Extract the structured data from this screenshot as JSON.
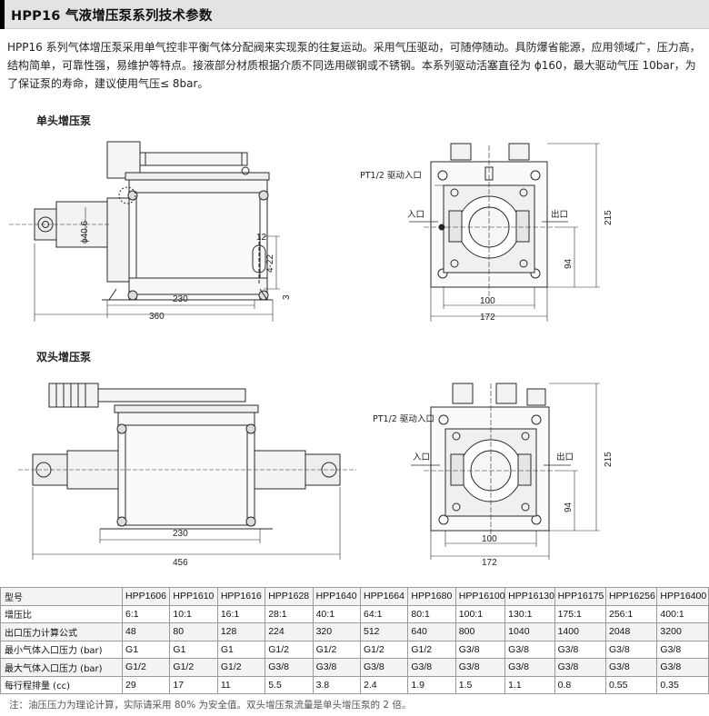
{
  "header": {
    "title": "HPP16 气液增压泵系列技术参数"
  },
  "intro": "HPP16 系列气体增压泵采用单气控非平衡气体分配阀来实现泵的往复运动。采用气压驱动，可随停随动。具防爆省能源，应用领域广，压力高，结构简单，可靠性强，易维护等特点。接液部分材质根据介质不同选用碳钢或不锈钢。本系列驱动活塞直径为 ϕ160，最大驱动气压 10bar，为了保证泵的寿命，建议使用气压≤ 8bar。",
  "sections": {
    "single": "单头增压泵",
    "double": "双头增压泵"
  },
  "drawing_single": {
    "dim_230": "230",
    "dim_360": "360",
    "dim_dia": "ϕ40.6",
    "dim_12": "12",
    "dim_422": "4-22",
    "dim_3": "3",
    "port_label": "PT1/2 驱动入口",
    "inlet": "入口",
    "outlet": "出口",
    "dim_215": "215",
    "dim_94": "94",
    "dim_100": "100",
    "dim_172": "172"
  },
  "drawing_double": {
    "dim_230": "230",
    "dim_456": "456",
    "port_label": "PT1/2 驱动入口",
    "inlet": "入口",
    "outlet": "出口",
    "dim_215": "215",
    "dim_94": "94",
    "dim_100": "100",
    "dim_172": "172"
  },
  "table": {
    "rows": [
      {
        "label": "型号",
        "values": [
          "HPP1606",
          "HPP1610",
          "HPP1616",
          "HPP1628",
          "HPP1640",
          "HPP1664",
          "HPP1680",
          "HPP16100",
          "HPP16130",
          "HPP16175",
          "HPP16256",
          "HPP16400"
        ]
      },
      {
        "label": "增压比",
        "values": [
          "6:1",
          "10:1",
          "16:1",
          "28:1",
          "40:1",
          "64:1",
          "80:1",
          "100:1",
          "130:1",
          "175:1",
          "256:1",
          "400:1"
        ]
      },
      {
        "label": "出口压力计算公式",
        "values": [
          "48",
          "80",
          "128",
          "224",
          "320",
          "512",
          "640",
          "800",
          "1040",
          "1400",
          "2048",
          "3200"
        ]
      },
      {
        "label": "最小气体入口压力 (bar)",
        "values": [
          "G1",
          "G1",
          "G1",
          "G1/2",
          "G1/2",
          "G1/2",
          "G1/2",
          "G3/8",
          "G3/8",
          "G3/8",
          "G3/8",
          "G3/8"
        ]
      },
      {
        "label": "最大气体入口压力 (bar)",
        "values": [
          "G1/2",
          "G1/2",
          "G1/2",
          "G3/8",
          "G3/8",
          "G3/8",
          "G3/8",
          "G3/8",
          "G3/8",
          "G3/8",
          "G3/8",
          "G3/8"
        ]
      },
      {
        "label": "每行程排量 (cc)",
        "values": [
          "29",
          "17",
          "11",
          "5.5",
          "3.8",
          "2.4",
          "1.9",
          "1.5",
          "1.1",
          "0.8",
          "0.55",
          "0.35"
        ]
      }
    ]
  },
  "note": "注：油压压力为理论计算，实际请采用 80% 为安全值。双头增压泵流量是单头增压泵的 2 倍。"
}
